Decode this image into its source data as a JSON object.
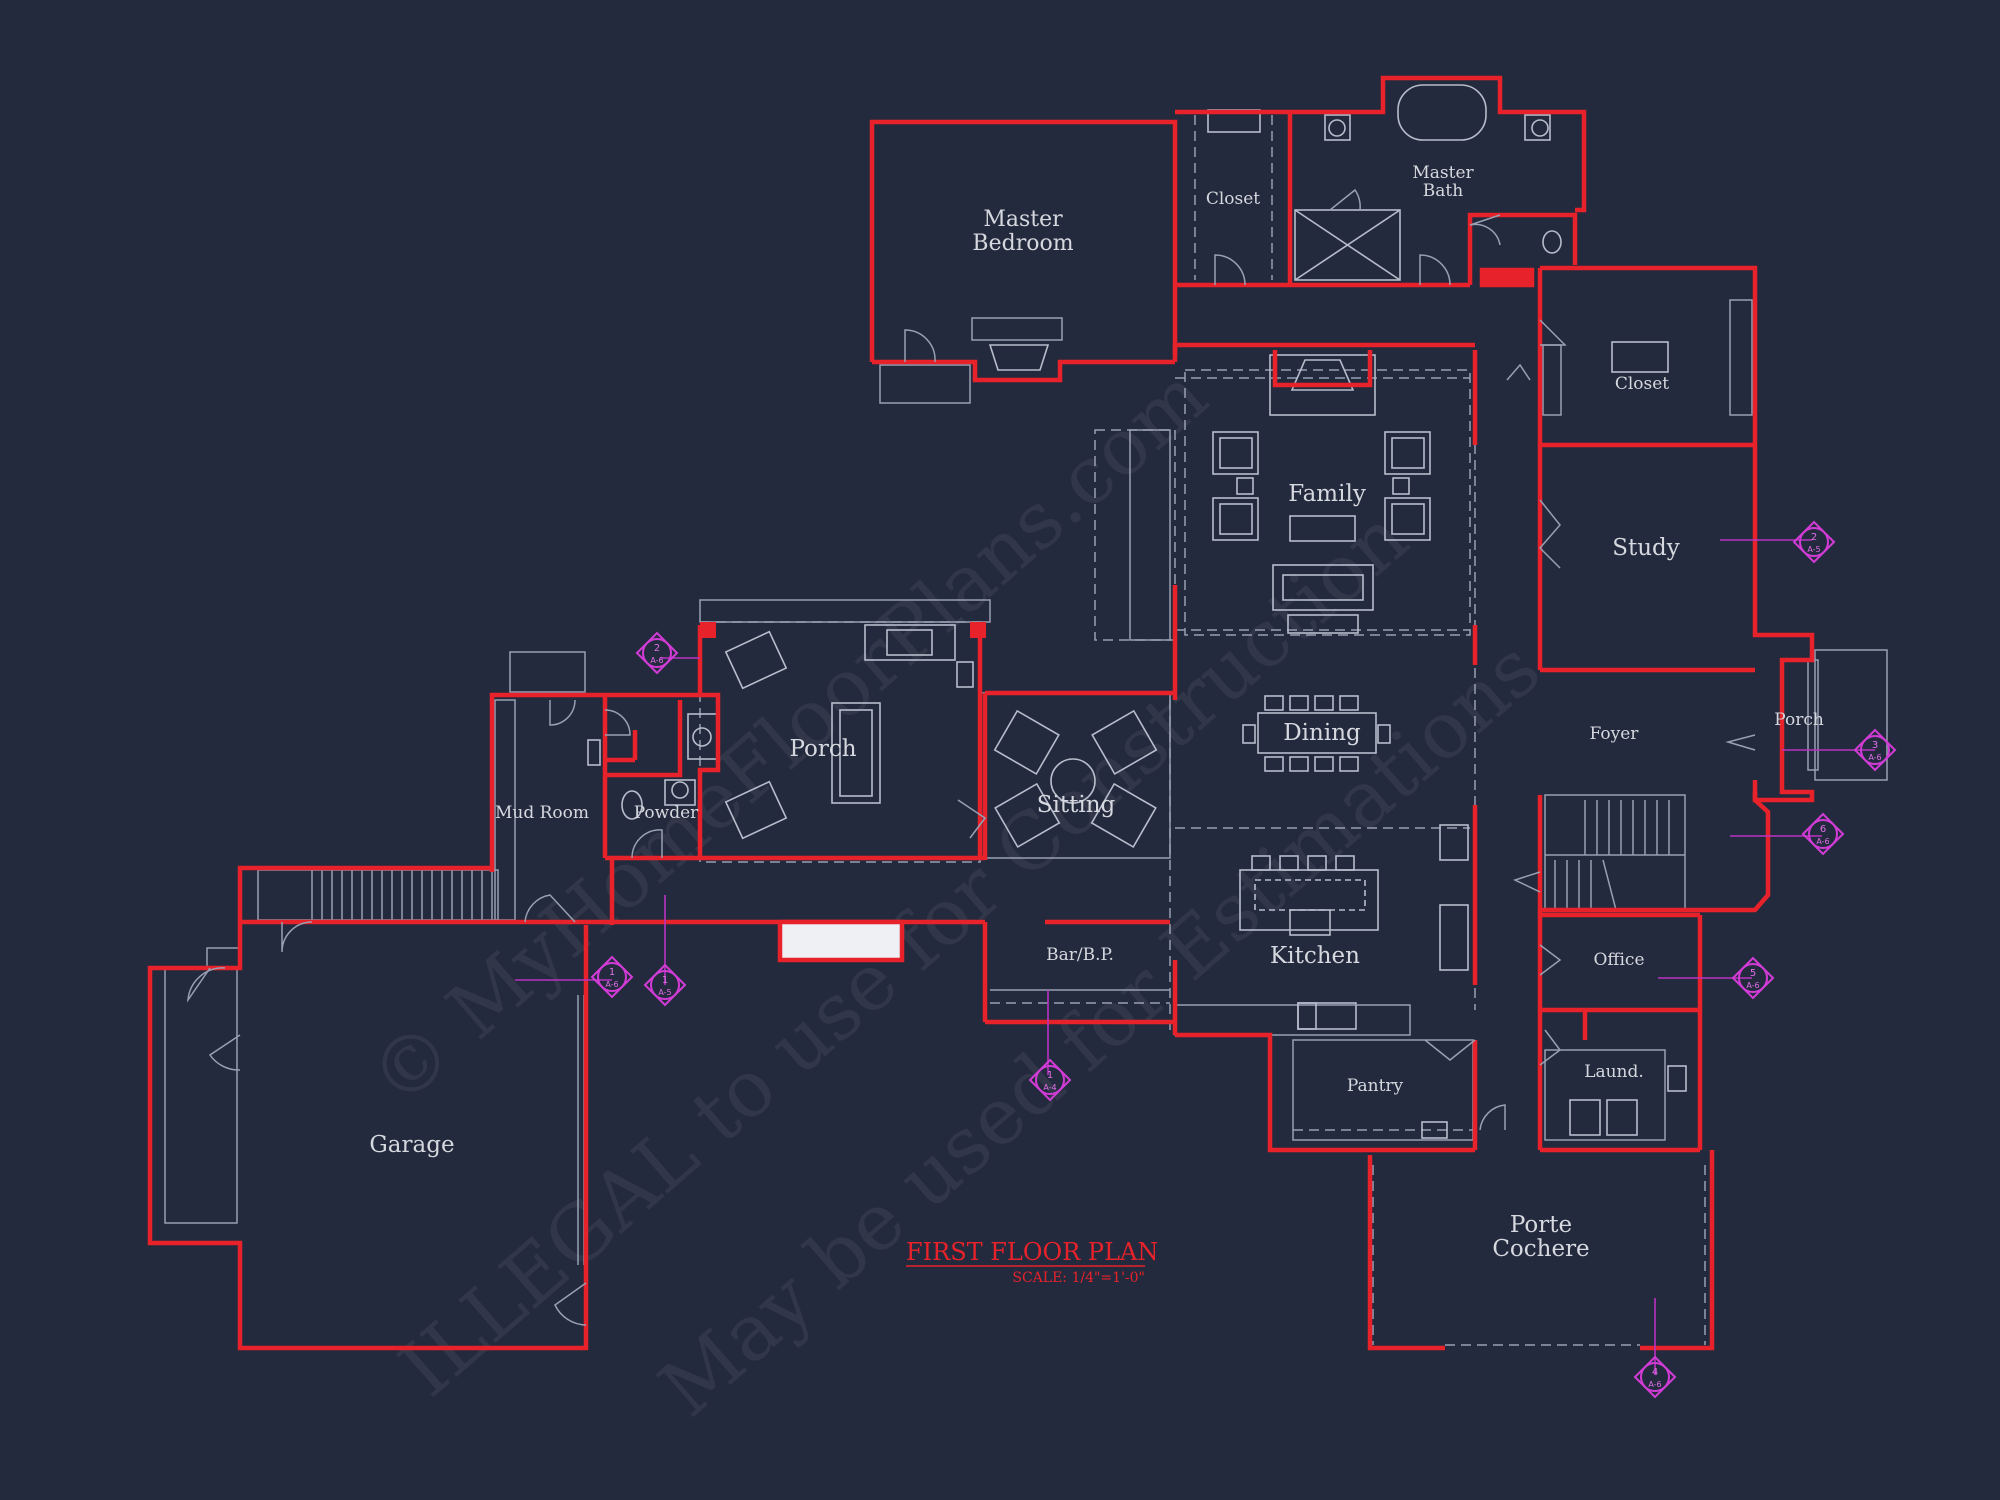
{
  "rooms": {
    "master_bedroom_1": "Master",
    "master_bedroom_2": "Bedroom",
    "closet_master": "Closet",
    "master_bath_1": "Master",
    "master_bath_2": "Bath",
    "closet_side": "Closet",
    "family": "Family",
    "study": "Study",
    "dining": "Dining",
    "foyer": "Foyer",
    "porch_front": "Porch",
    "porch": "Porch",
    "sitting": "Sitting",
    "mud_room": "Mud Room",
    "powder": "Powder",
    "kitchen": "Kitchen",
    "bar": "Bar/B.P.",
    "office": "Office",
    "pantry": "Pantry",
    "laundry": "Laund.",
    "garage": "Garage",
    "porte_cochere_1": "Porte",
    "porte_cochere_2": "Cochere"
  },
  "plan_title": "FIRST FLOOR PLAN",
  "plan_scale": "SCALE: 1/4\"=1'-0\"",
  "watermark": {
    "line1": "© MyHomeFloorPlans.com",
    "line2": "ILLEGAL to use for Construction",
    "line3": "May be used for Estimations"
  },
  "section_markers": [
    {
      "num": "2",
      "sheet": "A-6"
    },
    {
      "num": "1",
      "sheet": "A-6"
    },
    {
      "num": "1",
      "sheet": "A-5"
    },
    {
      "num": "1",
      "sheet": "A-4"
    },
    {
      "num": "2",
      "sheet": "A-5"
    },
    {
      "num": "3",
      "sheet": "A-6"
    },
    {
      "num": "6",
      "sheet": "A-6"
    },
    {
      "num": "5",
      "sheet": "A-6"
    },
    {
      "num": "4",
      "sheet": "A-6"
    }
  ],
  "colors": {
    "background": "#242a3d",
    "walls": "#e8222a",
    "linework": "#9aa0b4",
    "markers": "#d23cd6",
    "text": "#d6d8df"
  }
}
